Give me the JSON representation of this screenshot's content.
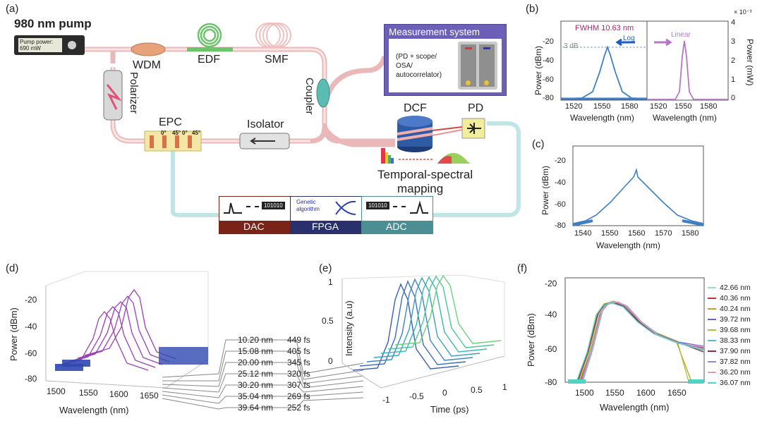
{
  "panels": {
    "a": "(a)",
    "b": "(b)",
    "c": "(c)",
    "d": "(d)",
    "e": "(e)",
    "f": "(f)"
  },
  "setup": {
    "pump_title": "980 nm pump",
    "pump_power_1": "Pump power:",
    "pump_power_2": "690 mW",
    "wdm": "WDM",
    "edf": "EDF",
    "smf": "SMF",
    "polarizer": "Polarizer",
    "epc": "EPC",
    "epc_angles": [
      "0°",
      "45°",
      "0°",
      "45°"
    ],
    "isolator": "Isolator",
    "coupler": "Coupler",
    "dcf": "DCF",
    "pd": "PD",
    "measurement_title": "Measurement system",
    "measurement_lines": [
      "(PD + scope/",
      "OSA/",
      "autocorrelator)"
    ],
    "tsm_1": "Temporal-spectral",
    "tsm_2": "mapping",
    "dac": "DAC",
    "fpga": "FPGA",
    "adc": "ADC",
    "genetic_1": "Genetic",
    "genetic_2": "algorithm",
    "binary": "101010"
  },
  "panel_b": {
    "ylabel_left": "Power (dBm)",
    "ylabel_right": "Power (mW)",
    "exp": "× 10⁻³",
    "xlabel": "Wavelength (nm)",
    "fwhm": "FWHM 10.63 nm",
    "three_db": "3 dB",
    "log": "Log",
    "linear": "Linear",
    "left_yticks": [
      "-20",
      "-40",
      "-60",
      "-80"
    ],
    "right_yticks": [
      "4",
      "3",
      "2",
      "1",
      "0"
    ],
    "xticks": [
      "1520",
      "1550",
      "1580"
    ]
  },
  "panel_c": {
    "ylabel": "Power (dBm)",
    "xlabel": "Wavelength (nm)",
    "yticks": [
      "-20",
      "-40",
      "-60",
      "-80"
    ],
    "xticks": [
      "1540",
      "1550",
      "1560",
      "1570",
      "1580"
    ]
  },
  "panel_d": {
    "ylabel": "Power (dBm)",
    "xlabel": "Wavelength (nm)",
    "yticks": [
      "-20",
      "-40",
      "-60",
      "-80"
    ],
    "xticks": [
      "1500",
      "1550",
      "1600",
      "1650"
    ]
  },
  "panel_e": {
    "ylabel": "Intensity (a.u)",
    "xlabel": "Time (ps)",
    "yticks": [
      "1",
      "0.5",
      "0"
    ],
    "xticks": [
      "-1",
      "-0.5",
      "0",
      "0.5",
      "1"
    ]
  },
  "pairs": [
    {
      "bw": "10.20 nm",
      "pw": "449 fs"
    },
    {
      "bw": "15.08 nm",
      "pw": "405 fs"
    },
    {
      "bw": "20.00 nm",
      "pw": "345 fs"
    },
    {
      "bw": "25.12 nm",
      "pw": "320 fs"
    },
    {
      "bw": "30.20 nm",
      "pw": "307 fs"
    },
    {
      "bw": "35.04 nm",
      "pw": "269 fs"
    },
    {
      "bw": "39.64 nm",
      "pw": "252 fs"
    }
  ],
  "panel_f": {
    "ylabel": "Power (dBm)",
    "xlabel": "Wavelength (nm)",
    "yticks": [
      "-20",
      "-40",
      "-60",
      "-80"
    ],
    "xticks": [
      "1500",
      "1550",
      "1600",
      "1650"
    ],
    "legend": [
      {
        "label": "42.66 nm",
        "color": "#9fd8d0"
      },
      {
        "label": "40.36 nm",
        "color": "#c0392b"
      },
      {
        "label": "40.24 nm",
        "color": "#c89b2a"
      },
      {
        "label": "39.72 nm",
        "color": "#7a5cc4"
      },
      {
        "label": "39.68 nm",
        "color": "#a6c23b"
      },
      {
        "label": "38.33 nm",
        "color": "#58b8d6"
      },
      {
        "label": "37.90 nm",
        "color": "#8e2b45"
      },
      {
        "label": "37.82 nm",
        "color": "#9b86c8"
      },
      {
        "label": "36.20 nm",
        "color": "#e4a0b0"
      },
      {
        "label": "36.07 nm",
        "color": "#4fd3c4"
      }
    ]
  },
  "colors": {
    "fiber": "#f2c9c9",
    "fiber_blue": "#c9ecea",
    "measure_bg": "#6b5fb8",
    "dac_bg": "#7a2318",
    "fpga_bg": "#2a2f6e",
    "adc_bg": "#4b8f95",
    "spectrum": "#3f7fc4",
    "linear": "#b678c6"
  }
}
